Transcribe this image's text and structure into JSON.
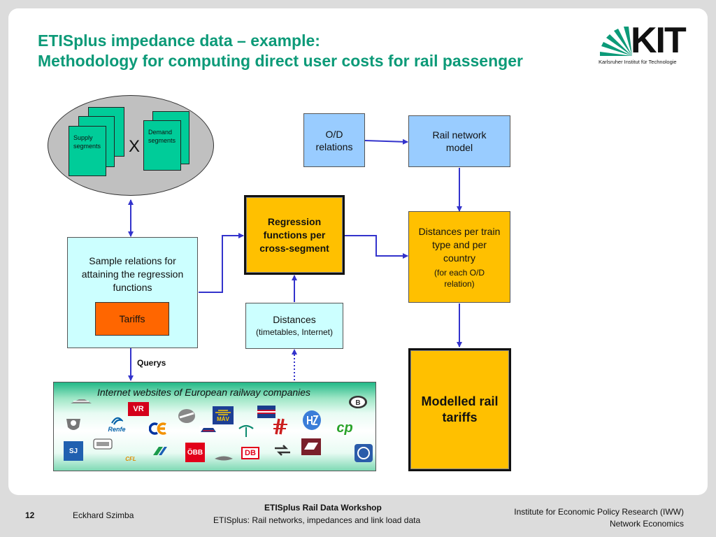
{
  "slide": {
    "title_line1": "ETISplus impedance data – example:",
    "title_line2": "Methodology for computing direct user costs for rail passenger"
  },
  "logo": {
    "text": "KIT",
    "subtitle": "Karlsruher Institut für Technologie"
  },
  "diagram": {
    "supply_label_1": "Supply",
    "supply_label_2": "segments",
    "demand_label_1": "Demand",
    "demand_label_2": "segments",
    "times": "X",
    "od_line1": "O/D",
    "od_line2": "relations",
    "rail_model_line1": "Rail network",
    "rail_model_line2": "model",
    "regression_line1": "Regression",
    "regression_line2": "functions per",
    "regression_line3": "cross-segment",
    "distances_train_line1": "Distances per train",
    "distances_train_line2": "type and per",
    "distances_train_line3": "country",
    "distances_train_sub1": "(for each O/D",
    "distances_train_sub2": "relation)",
    "sample_line1": "Sample relations for",
    "sample_line2": "attaining the regression",
    "sample_line3": "functions",
    "tariffs": "Tariffs",
    "distances_line1": "Distances",
    "distances_line2": "(timetables, Internet)",
    "querys": "Querys",
    "modelled_line1": "Modelled rail",
    "modelled_line2": "tariffs",
    "rail_panel_title": "Internet websites of European railway companies"
  },
  "railway_logos": {
    "renfe": "Renfe",
    "mav": "MÁV",
    "db": "DB",
    "obb": "ÖBB",
    "cfl": "CFL",
    "cp": "cp",
    "vr": "VR",
    "sj": "SJ"
  },
  "footer": {
    "page_number": "12",
    "author": "Eckhard Szimba",
    "workshop": "ETISplus Rail Data Workshop",
    "subtitle": "ETISplus: Rail networks, impedances and link load data",
    "institute": "Institute for Economic Policy Research (IWW)",
    "department": "Network Economics"
  },
  "colors": {
    "title": "#0c9a78",
    "blue_box": "#99ccff",
    "cyan_box": "#ccffff",
    "yellow_box": "#ffc000",
    "orange_box": "#ff6600",
    "green_card": "#00cc99",
    "arrow": "#3333cc"
  }
}
